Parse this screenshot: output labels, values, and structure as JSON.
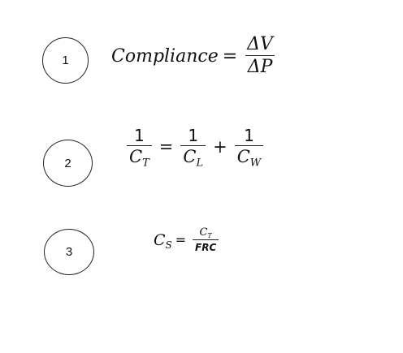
{
  "equations": [
    {
      "number": "1",
      "lhs": "Compliance",
      "op": "=",
      "numerator": "ΔV",
      "denominator": "ΔP"
    },
    {
      "number": "2",
      "lhs_num": "1",
      "lhs_den": "C",
      "lhs_den_sub": "T",
      "op_eq": "=",
      "t1_num": "1",
      "t1_den": "C",
      "t1_den_sub": "L",
      "op_plus": "+",
      "t2_num": "1",
      "t2_den": "C",
      "t2_den_sub": "W"
    },
    {
      "number": "3",
      "lhs": "C",
      "lhs_sub": "S",
      "op": "=",
      "numerator": "C",
      "numerator_sub": "T",
      "denominator": "FRC"
    }
  ]
}
